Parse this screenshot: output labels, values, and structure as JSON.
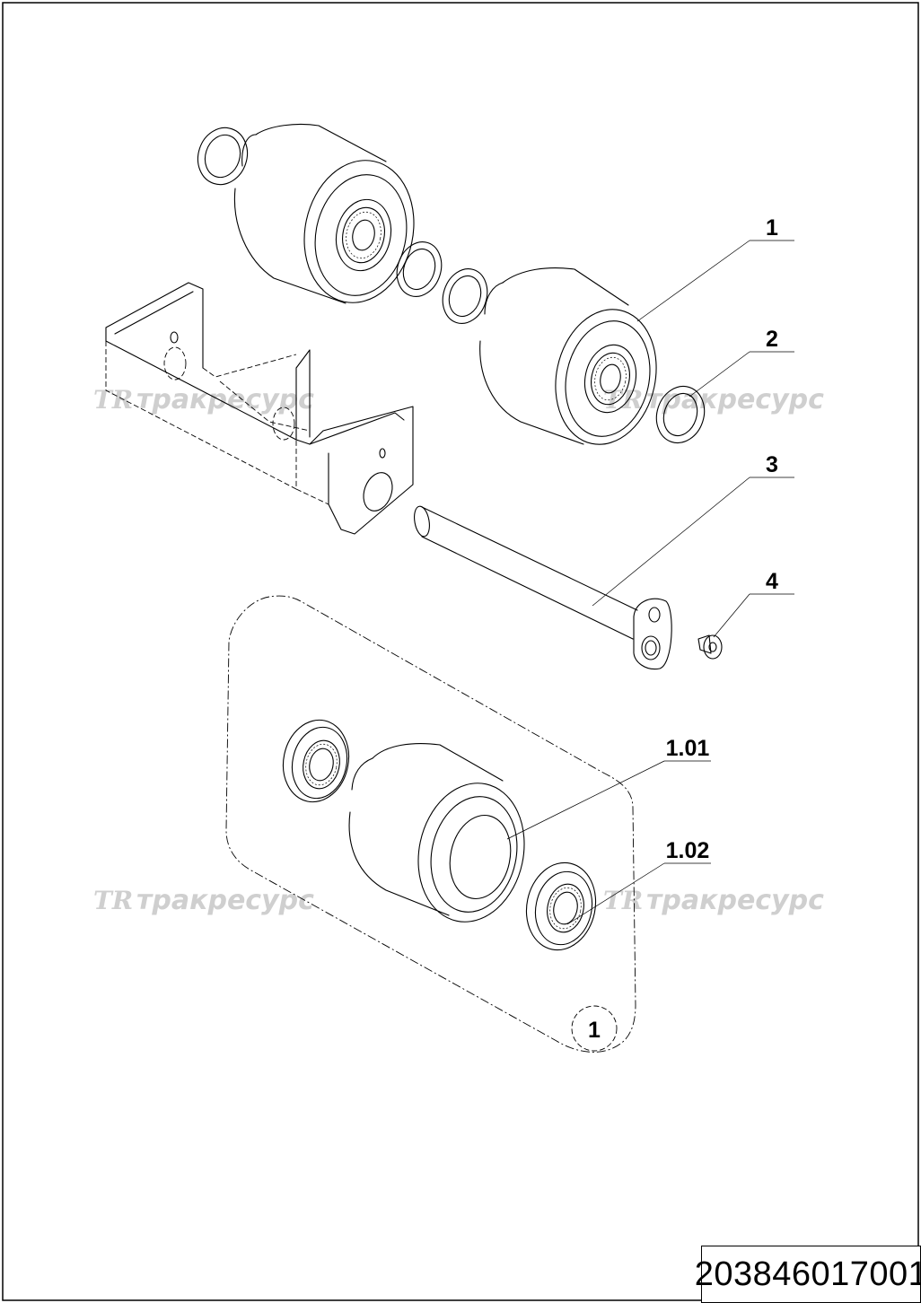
{
  "callouts": {
    "c1": "1",
    "c2": "2",
    "c3": "3",
    "c4": "4",
    "c101": "1.01",
    "c102": "1.02",
    "detail_circle": "1"
  },
  "watermark": {
    "logo": "TR",
    "text": "тракресурс"
  },
  "drawing_number": "203846017001"
}
